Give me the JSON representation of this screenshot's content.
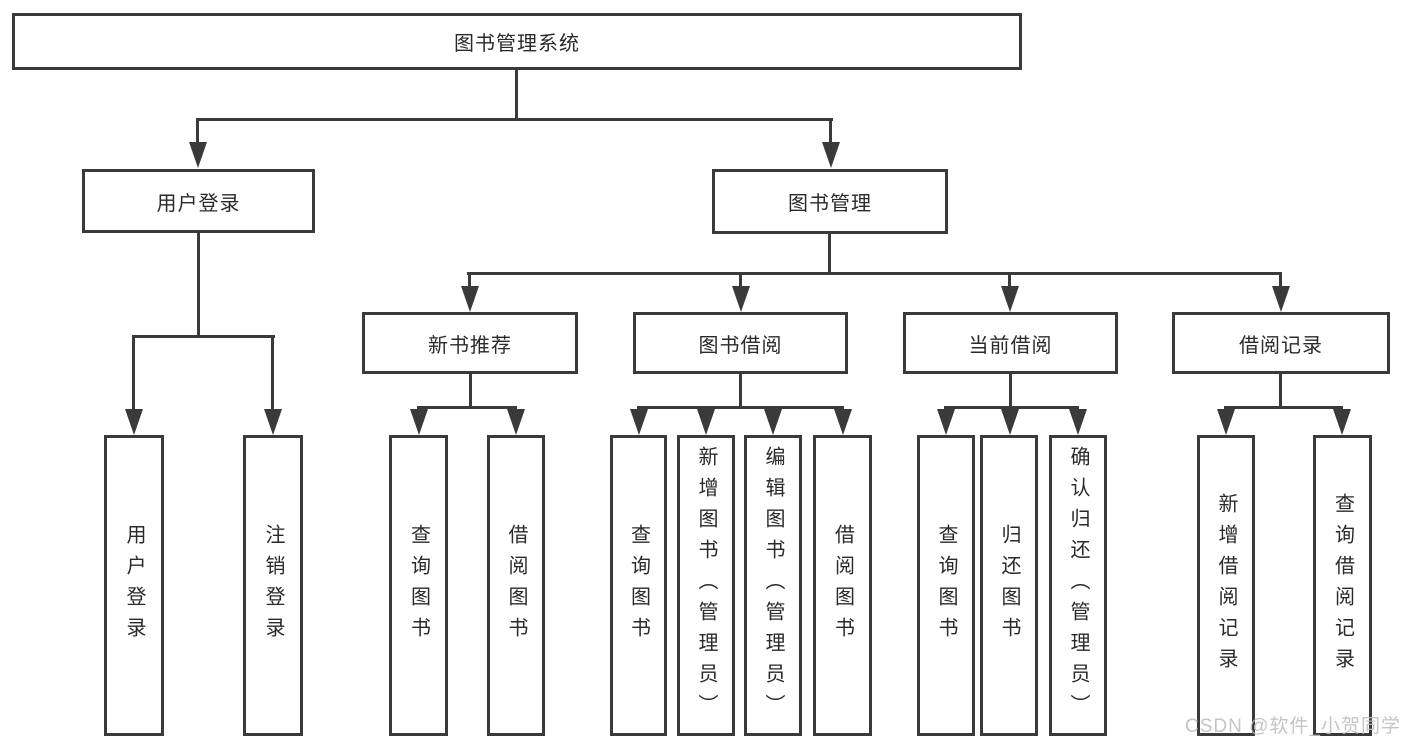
{
  "diagram": {
    "title": "图书管理系统",
    "level1": {
      "user_login": "用户登录",
      "book_management": "图书管理"
    },
    "level2": {
      "new_book_recommend": "新书推荐",
      "book_borrow": "图书借阅",
      "current_borrow": "当前借阅",
      "borrow_records": "借阅记录"
    },
    "leaves": {
      "user_login": [
        "用户登录",
        "注销登录"
      ],
      "new_book_recommend": [
        "查询图书",
        "借阅图书"
      ],
      "book_borrow": [
        "查询图书",
        "新增图书（管理员）",
        "编辑图书（管理员）",
        "借阅图书"
      ],
      "current_borrow": [
        "查询图书",
        "归还图书",
        "确认归还（管理员）"
      ],
      "borrow_records": [
        "新增借阅记录",
        "查询借阅记录"
      ]
    }
  },
  "watermark": {
    "text": "CSDN @软件_小贺同学"
  },
  "colors": {
    "line": "#3a3a3a",
    "text": "#2a2a2a",
    "background": "#ffffff",
    "watermark": "#bfbfbf"
  }
}
